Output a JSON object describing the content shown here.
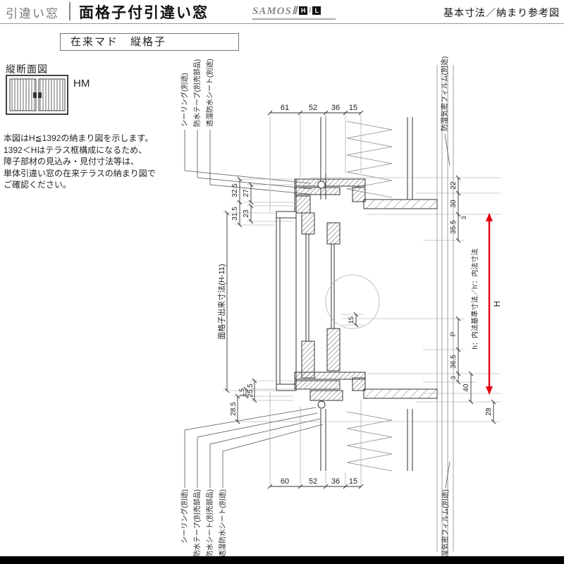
{
  "header": {
    "category": "引違い窓",
    "title": "面格子付引違い窓",
    "brand": "SAMOSⅡ",
    "brand_h": "H",
    "brand_slash": "/",
    "brand_l": "L",
    "doc_type": "基本寸法／納まり参考図"
  },
  "variant_label": "在来マド　縦格子",
  "side_panel": {
    "section_title": "縦断面図",
    "window_code": "HM",
    "note_lines": [
      "本図はH≦1392の納まり図を示します。",
      "1392＜Hはテラス框構成になるため、",
      "障子部材の見込み・見付寸法等は、",
      "単体引違い窓の在来テラスの納まり図で",
      "ご確認ください。"
    ]
  },
  "drawing": {
    "accent_red": "#e60012",
    "callouts_top": [
      "シーリング(別途)",
      "防水テープ(別売部品)",
      "透湿防水シート(別途)"
    ],
    "callout_top_right": "防湿気密フィルム(別途)",
    "callouts_bottom": [
      "シーリング(別途)",
      "防水テープ(別売部品)",
      "先張防水シート(別売部品)",
      "透湿防水シート(別途)"
    ],
    "callout_bottom_right": "防湿気密フィルム(別途)",
    "dims_top": [
      "61",
      "52",
      "36",
      "15"
    ],
    "dims_bottom": [
      "60",
      "52",
      "36",
      "15"
    ],
    "dims_head": [
      "32.5",
      "27",
      "31.5",
      "23"
    ],
    "lattice_dim_label": "面格子出来寸法(H-11)",
    "dims_sill": [
      "28.5",
      "1.5",
      "25.5"
    ],
    "dims_right": [
      "22",
      "30",
      "3",
      "35.5",
      "P",
      "36.5",
      "3",
      "40",
      "28"
    ],
    "dim_mid": "15",
    "height_label": "H",
    "inner_dim_note": "h：内法基準寸法／h'：内法寸法"
  }
}
